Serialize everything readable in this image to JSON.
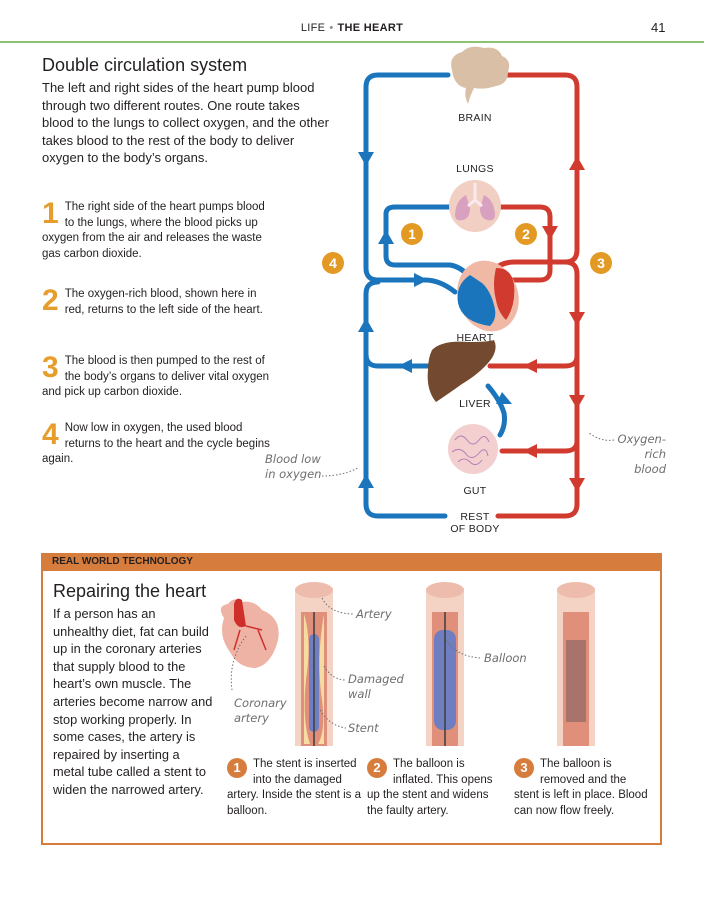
{
  "header": {
    "section": "LIFE",
    "separator": "•",
    "topic": "THE HEART",
    "page_number": "41"
  },
  "colors": {
    "deoxygenated": "#1a75bc",
    "oxygenated": "#d13b2f",
    "accent_rule": "#8dc26f",
    "step_number": "#e79d2b",
    "panel": "#d67d3e"
  },
  "main": {
    "title": "Double circulation system",
    "intro": "The left and right sides of the heart pump blood through two different routes. One route takes blood to the lungs to collect oxygen, and the other takes blood to the rest of the body to deliver oxygen to the body’s organs.",
    "steps": [
      {
        "number": "1",
        "text": "The right side of the heart pumps blood to the lungs, where the blood picks up oxygen from the air and releases the waste gas carbon dioxide."
      },
      {
        "number": "2",
        "text": "The oxygen-rich blood, shown here in red, returns to the left side of the heart."
      },
      {
        "number": "3",
        "text": "The blood is then pumped to the rest of the body’s organs to deliver vital oxygen and pick up carbon dioxide."
      },
      {
        "number": "4",
        "text": "Now low in oxygen, the used blood returns to the heart and the cycle begins again."
      }
    ]
  },
  "diagram": {
    "organs": {
      "brain": "BRAIN",
      "lungs": "LUNGS",
      "heart": "HEART",
      "liver": "LIVER",
      "gut": "GUT",
      "rest_line1": "REST",
      "rest_line2": "OF BODY"
    },
    "badges": [
      "1",
      "2",
      "3",
      "4"
    ],
    "annotations": {
      "low_line1": "Blood low",
      "low_line2": "in oxygen",
      "rich_line1": "Oxygen-",
      "rich_line2": "rich blood"
    }
  },
  "panel": {
    "label": "REAL WORLD TECHNOLOGY",
    "title": "Repairing the heart",
    "body": "If a person has an unhealthy diet, fat can build up in the coronary arteries that supply blood to the heart’s own muscle. The arteries become narrow and stop working properly. In some cases, the artery is repaired by inserting a metal tube called a stent to widen the narrowed artery.",
    "labels": {
      "coronary_line1": "Coronary",
      "coronary_line2": "artery",
      "artery": "Artery",
      "damaged_line1": "Damaged",
      "damaged_line2": "wall",
      "stent": "Stent",
      "balloon": "Balloon"
    },
    "captions": [
      {
        "number": "1",
        "text": "The stent is inserted into the damaged artery. Inside the stent is a balloon."
      },
      {
        "number": "2",
        "text": "The balloon is inflated. This opens up the stent and widens the faulty artery."
      },
      {
        "number": "3",
        "text": "The balloon is removed and the stent is left in place. Blood can now flow freely."
      }
    ]
  }
}
